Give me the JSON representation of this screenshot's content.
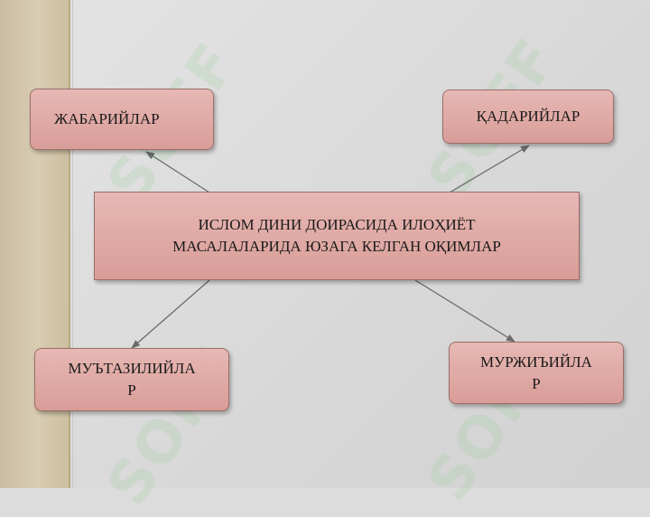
{
  "diagram": {
    "center": {
      "line1": "ИСЛОМ ДИНИ ДОИРАСИДА ИЛОҲИЁТ",
      "line2": "МАСАЛАЛАРИДА ЮЗАГА КЕЛГАН ОҚИМЛАР"
    },
    "nodes": {
      "top_left": "ЖАБАРИЙЛАР",
      "top_right": "ҚАДАРИЙЛАР",
      "bottom_left": {
        "line1": "МУЪТАЗИЛИЙЛА",
        "line2": "Р"
      },
      "bottom_right": {
        "line1": "МУРЖИЪИЙЛА",
        "line2": "Р"
      }
    }
  },
  "watermark": {
    "text": "SOFF"
  },
  "colors": {
    "box_fill": "#dea7a3",
    "box_border": "#9a6e6a",
    "arrow": "#6b6b6b",
    "background": "#dcdcdc",
    "side_band": "#d3c6ab"
  }
}
